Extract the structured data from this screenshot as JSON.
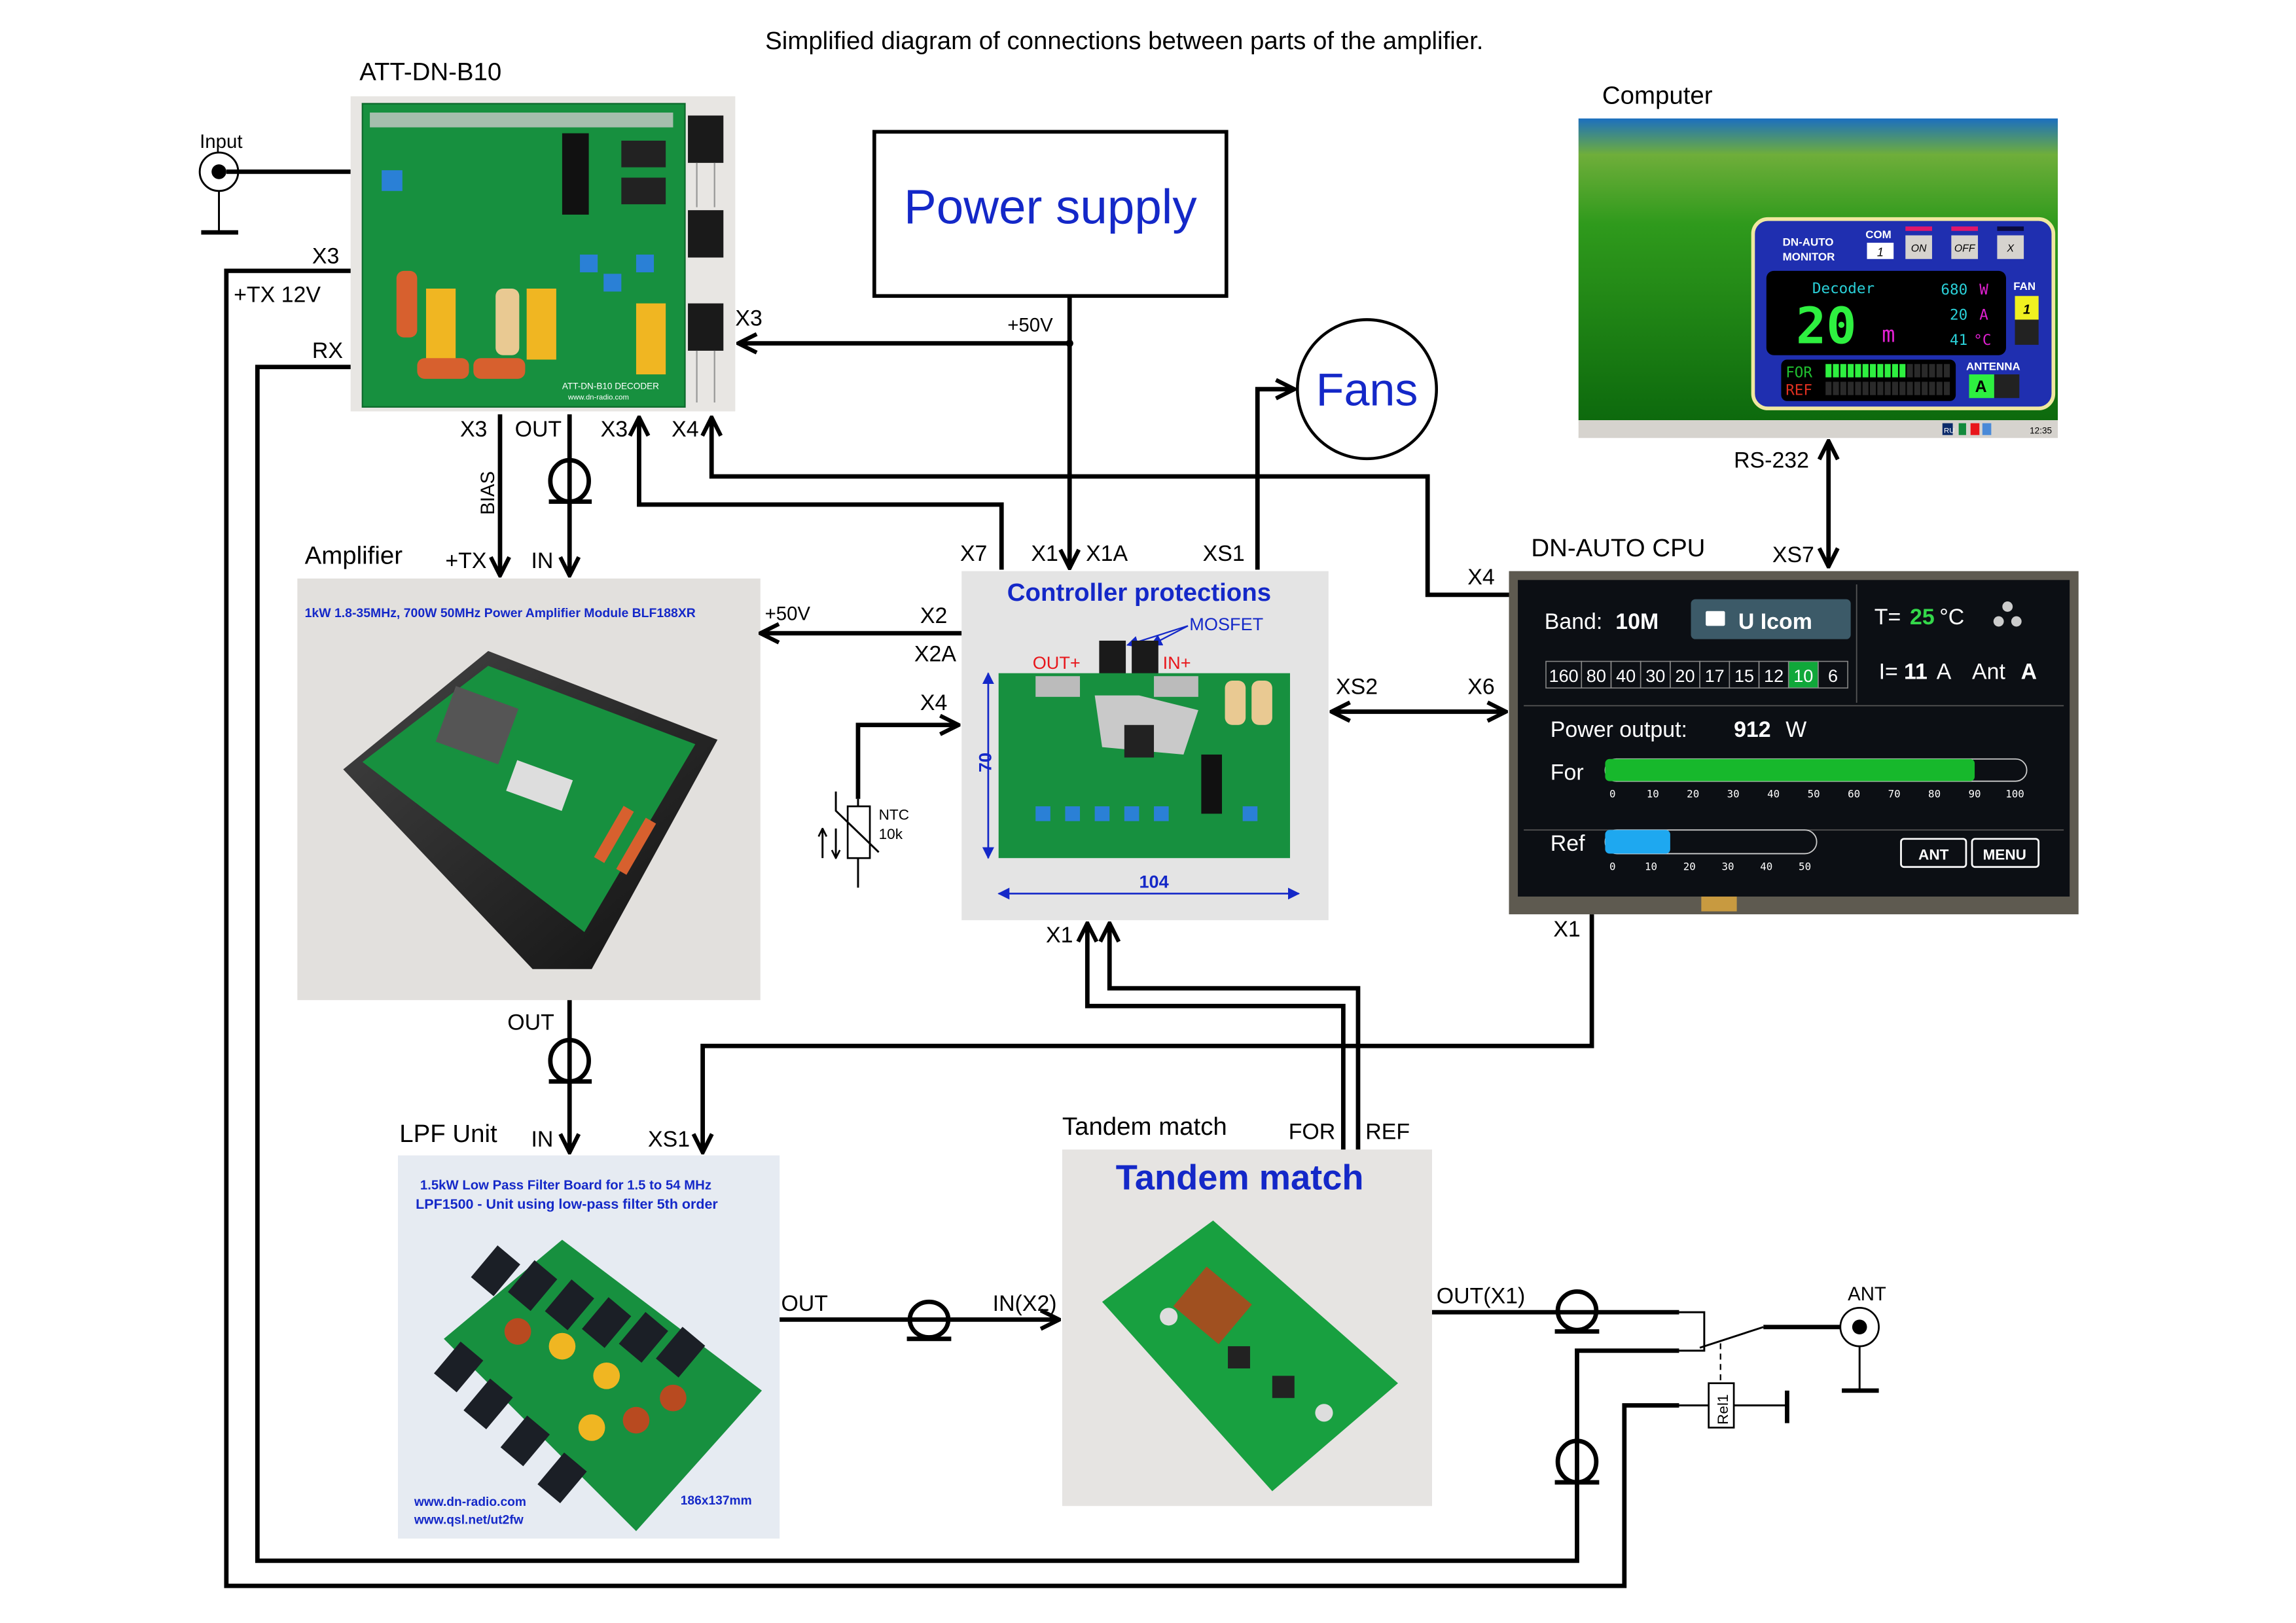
{
  "title": "Simplified diagram of connections between parts of the amplifier.",
  "input": {
    "label": "Input"
  },
  "att": {
    "label": "ATT-DN-B10",
    "pcb_text": "ATT-DN-B10 DECODER",
    "pcb_url": "www.dn-radio.com"
  },
  "power_supply": {
    "label": "Power supply"
  },
  "fans": {
    "label": "Fans"
  },
  "computer": {
    "label": "Computer",
    "monitor": {
      "title1": "DN-AUTO",
      "title2": "MONITOR",
      "com_label": "COM",
      "com_value": "1",
      "on": "ON",
      "off": "OFF",
      "close": "X",
      "decoder": "Decoder",
      "band": "20",
      "band_unit": "m",
      "power": "680",
      "power_unit": "W",
      "current": "20",
      "current_unit": "A",
      "temp": "41",
      "temp_unit": "°C",
      "fan_label": "FAN",
      "fan_value": "1",
      "for_label": "FOR",
      "ref_label": "REF",
      "for_level": 0.65,
      "ref_level": 0,
      "antenna_label": "ANTENNA",
      "antenna_value": "A"
    },
    "taskbar": {
      "lang": "RU",
      "clock": "12:35"
    }
  },
  "cpu": {
    "label": "DN-AUTO CPU",
    "display": {
      "band_label": "Band:",
      "band_value": "10M",
      "source": "U Icom",
      "temp_label": "T=",
      "temp_value": "25",
      "temp_unit": "°C",
      "bands": [
        "160",
        "80",
        "40",
        "30",
        "20",
        "17",
        "15",
        "12",
        "10",
        "6"
      ],
      "active_band": "10",
      "current_label": "I=",
      "current_value": "11",
      "current_unit": "A",
      "ant_label": "Ant",
      "ant_value": "A",
      "power_label": "Power output:",
      "power_value": "912",
      "power_unit": "W",
      "for_label": "For",
      "for_scale": [
        "0",
        "10",
        "20",
        "30",
        "40",
        "50",
        "60",
        "70",
        "80",
        "90",
        "100"
      ],
      "for_value": 90,
      "ref_label": "Ref",
      "ref_scale": [
        "0",
        "10",
        "20",
        "30",
        "40",
        "50"
      ],
      "ref_value": 15,
      "ant_button": "ANT",
      "menu_button": "MENU"
    },
    "colors": {
      "for_bar": "#17b82c",
      "ref_bar": "#1ea8f0",
      "active_band": "#10a83a"
    }
  },
  "controller": {
    "title": "Controller protections",
    "mosfet": "MOSFET",
    "out_plus": "OUT+",
    "in_plus": "IN+",
    "dim_height": "70",
    "dim_width": "104"
  },
  "amplifier": {
    "label": "Amplifier",
    "caption": "1kW 1.8-35MHz, 700W 50MHz Power Amplifier Module BLF188XR"
  },
  "lpf": {
    "label": "LPF Unit",
    "caption1": "1.5kW Low Pass Filter Board for 1.5 to 54 MHz",
    "caption2": "LPF1500 - Unit using low-pass filter 5th order",
    "url1": "www.dn-radio.com",
    "url2": "www.qsl.net/ut2fw",
    "size": "186x137mm"
  },
  "tandem": {
    "label": "Tandem match",
    "title": "Tandem match"
  },
  "ntc": {
    "line1": "NTC",
    "line2": "10k"
  },
  "relay": {
    "label": "Rel1"
  },
  "ant": {
    "label": "ANT"
  },
  "pins": {
    "att_x3_left": "X3",
    "tx12": "+TX 12V",
    "rx": "RX",
    "att_x3_right": "X3",
    "ps_50v": "+50V",
    "att_x3_bias": "X3",
    "att_out": "OUT",
    "att_x3_in": "X3",
    "att_x4_in": "X4",
    "bias": "BIAS",
    "amp_tx": "+TX",
    "amp_in": "IN",
    "amp_50v": "+50V",
    "ctl_x2": "X2",
    "ctl_x2a": "X2A",
    "ctl_x4": "X4",
    "ctl_x7": "X7",
    "ctl_x1": "X1",
    "ctl_x1a": "X1A",
    "ctl_xs1": "XS1",
    "ctl_xs2": "XS2",
    "ctl_x1_bottom": "X1",
    "cpu_x6": "X6",
    "cpu_x4": "X4",
    "cpu_xs7": "XS7",
    "rs232": "RS-232",
    "cpu_x1": "X1",
    "amp_out": "OUT",
    "lpf_in": "IN",
    "lpf_xs1": "XS1",
    "lpf_out": "OUT",
    "tm_in": "IN(X2)",
    "tm_for": "FOR",
    "tm_ref": "REF",
    "tm_out": "OUT(X1)"
  }
}
